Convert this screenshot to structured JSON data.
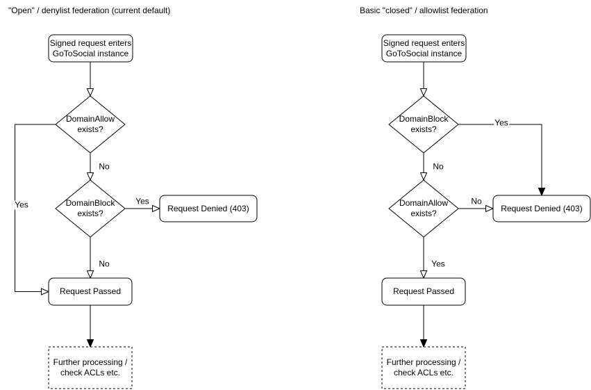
{
  "colors": {
    "stroke": "#000000",
    "background": "#ffffff",
    "text": "#000000"
  },
  "left_chart": {
    "title": "\"Open\" / denylist federation (current default)",
    "nodes": {
      "start": "Signed request enters\nGoToSocial instance",
      "decision1": "DomainAllow\nexists?",
      "decision2": "DomainBlock\nexists?",
      "denied": "Request Denied (403)",
      "passed": "Request Passed",
      "further": "Further processing /\ncheck ACLs etc."
    },
    "edge_labels": {
      "decision1_no": "No",
      "decision1_yes": "Yes",
      "decision2_no": "No",
      "decision2_yes": "Yes"
    }
  },
  "right_chart": {
    "title": "Basic \"closed\" / allowlist federation",
    "nodes": {
      "start": "Signed request enters\nGoToSocial instance",
      "decision1": "DomainBlock\nexists?",
      "decision2": "DomainAllow\nexists?",
      "denied": "Request Denied (403)",
      "passed": "Request Passed",
      "further": "Further processing /\ncheck ACLs etc."
    },
    "edge_labels": {
      "decision1_no": "No",
      "decision1_yes": "Yes",
      "decision2_no": "No",
      "decision2_yes": "Yes"
    }
  }
}
